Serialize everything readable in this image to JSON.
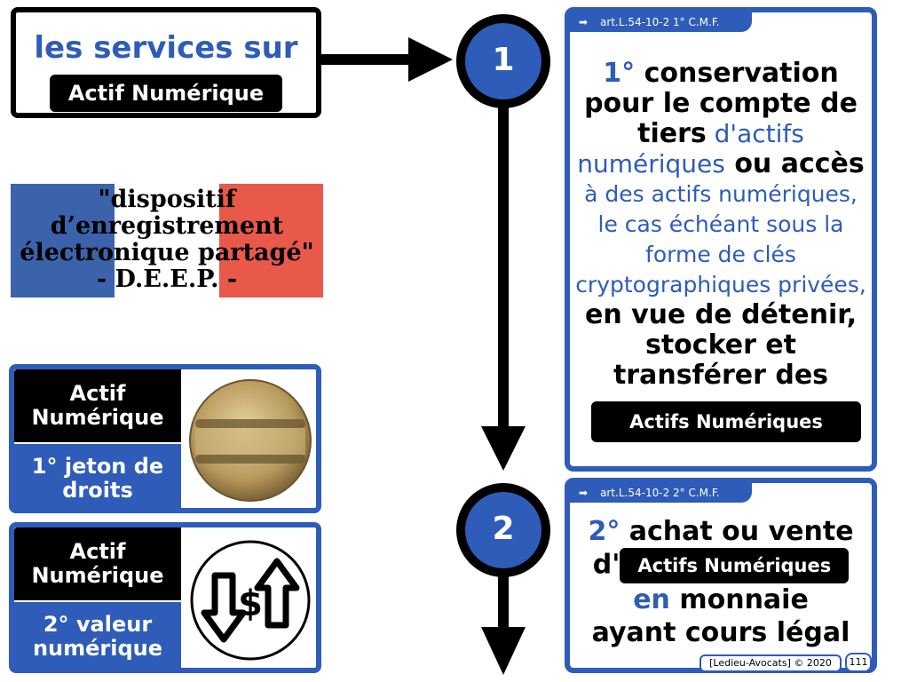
{
  "title": {
    "line1": "les services sur",
    "badge": "Actif Numérique"
  },
  "flag_quote": {
    "line1": "\"dispositif",
    "line2": "d’enregistrement",
    "line3": "électronique partagé\"",
    "line4": "- D.E.E.P. -"
  },
  "cards": [
    {
      "top": "Actif Numérique",
      "bottom": "1° jeton de droits",
      "icon": "token-coin-icon"
    },
    {
      "top": "Actif Numérique",
      "bottom": "2° valeur numérique",
      "icon": "dollar-exchange-arrows-icon"
    }
  ],
  "steps": [
    {
      "number": "1"
    },
    {
      "number": "2"
    }
  ],
  "box1": {
    "reference": "art.L.54-10-2 1° C.M.F.",
    "l1a": "1°",
    "l1b": " conservation",
    "l2": "pour le compte de",
    "l3a": "tiers",
    "l3b": " d'actifs",
    "l4a": "numériques",
    "l4b": " ou accès",
    "l5": "à des actifs numériques,",
    "l6": "le cas échéant sous la",
    "l7": "forme de clés",
    "l8": "cryptographiques privées,",
    "l9": "en vue de détenir,",
    "l10": "stocker et",
    "l11": "transférer des",
    "badge": "Actifs Numériques"
  },
  "box2": {
    "reference": "art.L.54-10-2 2° C.M.F.",
    "l1a": "2°",
    "l1b": " achat ou vente",
    "l2a": "d'",
    "badge": "Actifs Numériques",
    "l3a": "en",
    "l3b": " monnaie",
    "l4": "ayant cours légal"
  },
  "footer": {
    "credit": "[Ledieu-Avocats] © 2020",
    "page": "111"
  },
  "colors": {
    "accent_blue": "#2e5cb8",
    "flag_blue": "#3b63ab",
    "flag_red": "#e8594a",
    "black": "#000000"
  }
}
